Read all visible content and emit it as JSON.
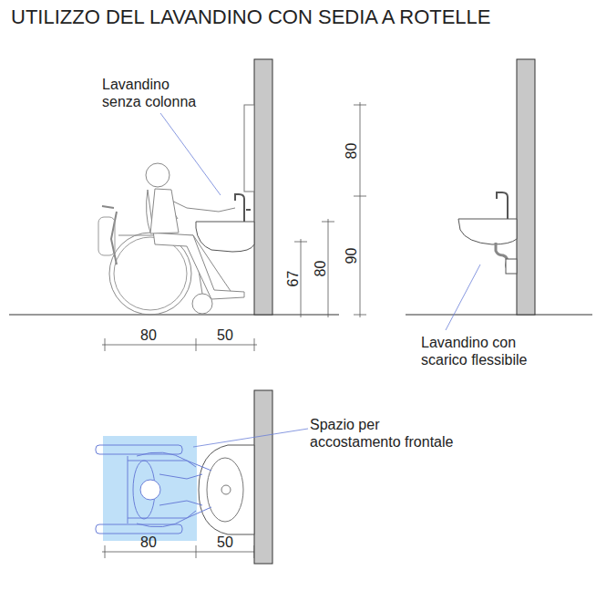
{
  "diagram": {
    "title": "UTILIZZO DEL LAVANDINO CON SEDIA A ROTELLE",
    "labels": [
      "Lavandino senza colonna",
      "80",
      "90",
      "67",
      "80",
      "80",
      "50",
      "Lavandino con scarico flessibile",
      "Spazio per accostamento frontale",
      "80",
      "50"
    ]
  }
}
